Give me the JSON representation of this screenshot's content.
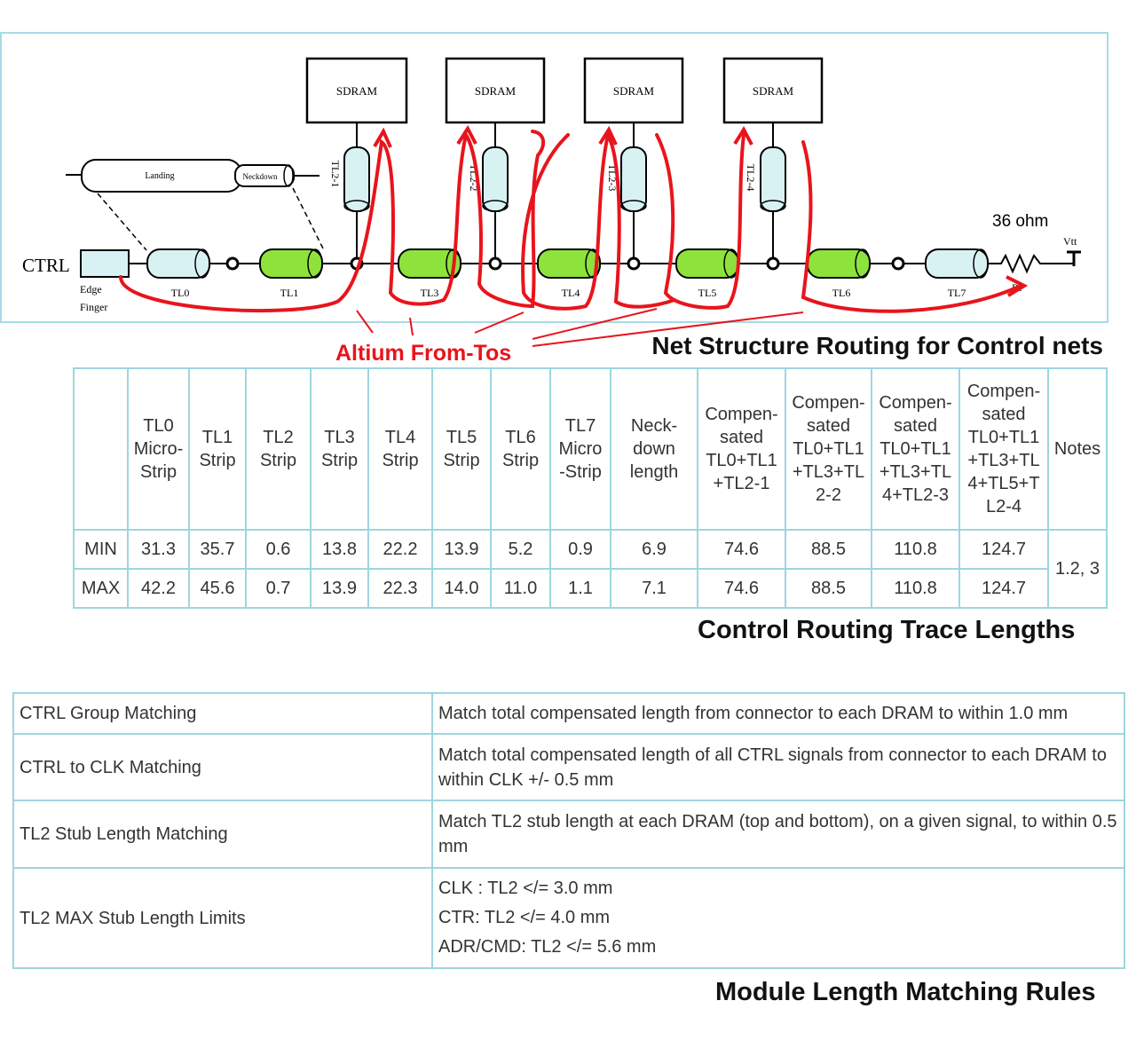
{
  "diagram": {
    "sdram_label": "SDRAM",
    "ctrl_label": "CTRL",
    "edge_finger_label": [
      "Edge",
      "Finger"
    ],
    "segments": [
      "TL0",
      "TL1",
      "TL3",
      "TL4",
      "TL5",
      "TL6",
      "TL7"
    ],
    "stubs": [
      "TL2-1",
      "TL2-2",
      "TL2-3",
      "TL2-4"
    ],
    "neckdown_left": "Landing",
    "neckdown_right": "Neckdown",
    "resistor_value": "36 ohm",
    "rt_label": "Rt",
    "vtt_label": "Vtt",
    "annotation": "Altium From-Tos",
    "colors": {
      "route": "#e8141c",
      "strip": "#8ee23c",
      "microstrip": "#d8f2f4",
      "border": "#a5dbe6"
    }
  },
  "caption_net": "Net Structure Routing for Control nets",
  "trace_table": {
    "headers": [
      "",
      [
        "TL0",
        "Micro-",
        "Strip"
      ],
      [
        "TL1",
        "Strip"
      ],
      [
        "TL2",
        "Strip"
      ],
      [
        "TL3",
        "Strip"
      ],
      [
        "TL4",
        "Strip"
      ],
      [
        "TL5",
        "Strip"
      ],
      [
        "TL6",
        "Strip"
      ],
      [
        "TL7",
        "Micro",
        "-Strip"
      ],
      [
        "Neck-",
        "down",
        "length"
      ],
      [
        "Compen-",
        "sated",
        "TL0+TL1",
        "+TL2-1"
      ],
      [
        "Compen-",
        "sated",
        "TL0+TL1",
        "+TL3+TL",
        "2-2"
      ],
      [
        "Compen-",
        "sated",
        "TL0+TL1",
        "+TL3+TL",
        "4+TL2-3"
      ],
      [
        "Compen-",
        "sated",
        "TL0+TL1",
        "+TL3+TL",
        "4+TL5+T",
        "L2-4"
      ],
      [
        "Notes"
      ]
    ],
    "rows": [
      {
        "label": "MIN",
        "values": [
          "31.3",
          "35.7",
          "0.6",
          "13.8",
          "22.2",
          "13.9",
          "5.2",
          "0.9",
          "6.9",
          "74.6",
          "88.5",
          "110.8",
          "124.7"
        ]
      },
      {
        "label": "MAX",
        "values": [
          "42.2",
          "45.6",
          "0.7",
          "13.9",
          "22.3",
          "14.0",
          "11.0",
          "1.1",
          "7.1",
          "74.6",
          "88.5",
          "110.8",
          "124.7"
        ]
      }
    ],
    "notes": "1.2, 3"
  },
  "caption_trace": "Control Routing Trace Lengths",
  "rules_table": [
    {
      "name": "CTRL Group Matching",
      "rule": [
        "Match total compensated length from connector to each DRAM to within 1.0 mm"
      ]
    },
    {
      "name": "CTRL to CLK Matching",
      "rule": [
        "Match total compensated length of all CTRL signals from connector to each DRAM to within CLK +/- 0.5 mm"
      ]
    },
    {
      "name": "TL2 Stub Length Matching",
      "rule": [
        "Match TL2 stub length at each DRAM (top and bottom), on a given signal, to within 0.5 mm"
      ]
    },
    {
      "name": "TL2 MAX Stub Length Limits",
      "rule": [
        "CLK : TL2 </= 3.0 mm",
        "CTR: TL2 </= 4.0 mm",
        "ADR/CMD: TL2 </= 5.6 mm"
      ]
    }
  ],
  "caption_rules": "Module Length Matching Rules"
}
